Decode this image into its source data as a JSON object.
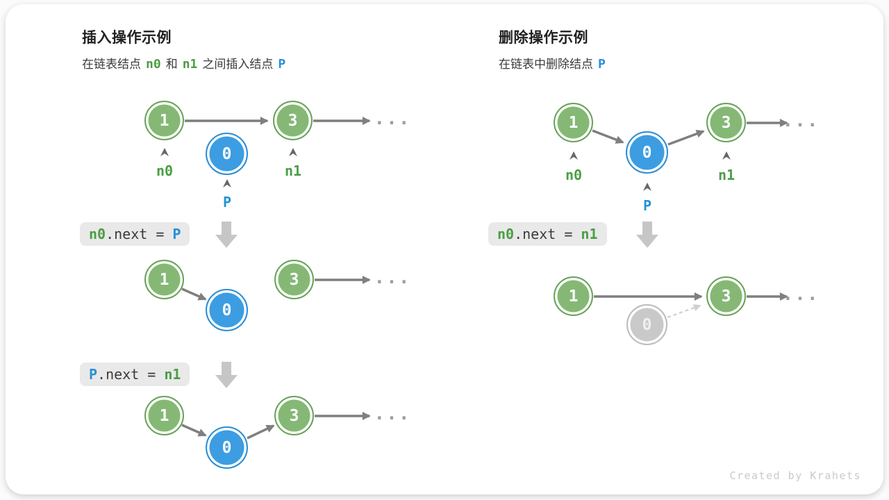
{
  "colors": {
    "node_green_fill": "#85b875",
    "node_green_border": "#69a35a",
    "node_blue_fill": "#3d9de2",
    "node_blue_border": "#2e8fd4",
    "node_gray_fill": "#c9c9c9",
    "arrow_gray": "#7f7f7f",
    "dashed_arrow_gray": "#cfcfcf",
    "block_arrow_gray": "#c6c6c6",
    "code_box_bg": "#e9e9e9",
    "green_text": "#4a9e45",
    "blue_text": "#2492d6"
  },
  "left_panel": {
    "title": "插入操作示例",
    "subtitle": {
      "part1": "在链表结点",
      "token_n0": "n0",
      "part2": "和",
      "token_n1": "n1",
      "part3": "之间插入结点",
      "token_p": "P"
    },
    "diagram1": {
      "node1": "1",
      "node3": "3",
      "nodeP": "0",
      "label_n0": "n0",
      "label_n1": "n1",
      "label_p": "P",
      "ellipsis": "..."
    },
    "code1": {
      "lhs": "n0",
      "mid": ".next = ",
      "rhs": "P"
    },
    "diagram2": {
      "node1": "1",
      "node3": "3",
      "nodeP": "0",
      "ellipsis": "..."
    },
    "code2": {
      "lhs": "P",
      "mid": ".next = ",
      "rhs": "n1"
    },
    "diagram3": {
      "node1": "1",
      "node3": "3",
      "nodeP": "0",
      "ellipsis": "..."
    }
  },
  "right_panel": {
    "title": "删除操作示例",
    "subtitle": {
      "part1": "在链表中删除结点",
      "token_p": "P"
    },
    "diagram1": {
      "node1": "1",
      "node3": "3",
      "nodeP": "0",
      "label_n0": "n0",
      "label_n1": "n1",
      "label_p": "P",
      "ellipsis": "..."
    },
    "code1": {
      "lhs": "n0",
      "mid": ".next = ",
      "rhs": "n1"
    },
    "diagram2": {
      "node1": "1",
      "node3": "3",
      "nodeP": "0",
      "ellipsis": "..."
    }
  },
  "footer": {
    "credit": "Created by Krahets"
  }
}
